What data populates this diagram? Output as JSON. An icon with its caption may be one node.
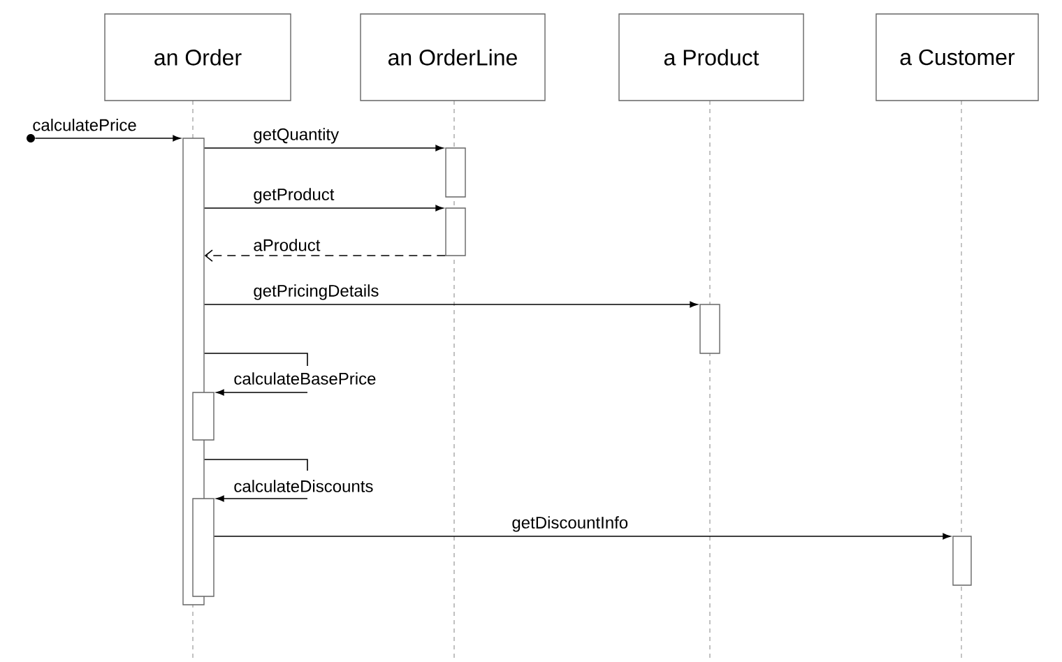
{
  "diagram": {
    "nodes": [
      {
        "text": [
          "an Order"
        ]
      },
      {
        "text": [
          "an OrderLine"
        ]
      },
      {
        "text": [
          "a Product"
        ]
      },
      {
        "text": [
          "a Customer"
        ]
      },
      {
        "text": [],
        "shape": "circle"
      },
      {
        "text": [],
        "shape": "bar"
      },
      {
        "text": [],
        "shape": "bar"
      },
      {
        "text": [],
        "shape": "bar"
      },
      {
        "text": [],
        "shape": "bar"
      },
      {
        "text": [],
        "shape": "bar"
      },
      {
        "text": [],
        "shape": "bar"
      },
      {
        "text": [],
        "shape": "bar"
      }
    ],
    "edges": [
      {
        "from": 4,
        "to": 5,
        "arrow": "to",
        "label": "calculatePrice"
      },
      {
        "from": 5,
        "to": 6,
        "arrow": "to",
        "label": "getQuantity"
      },
      {
        "from": 5,
        "to": 7,
        "arrow": "to",
        "label": "getProduct"
      },
      {
        "from": 7,
        "to": 5,
        "arrow": "to",
        "label": "aProduct",
        "style": "dashed"
      },
      {
        "from": 5,
        "to": 8,
        "arrow": "to",
        "label": "getPricingDetails"
      },
      {
        "from": 5,
        "to": 9,
        "arrow": "to",
        "label": "calculateBasePrice"
      },
      {
        "from": 5,
        "to": 10,
        "arrow": "to",
        "label": "calculateDiscounts"
      },
      {
        "from": 10,
        "to": 11,
        "arrow": "to",
        "label": "getDiscountInfo"
      }
    ]
  }
}
